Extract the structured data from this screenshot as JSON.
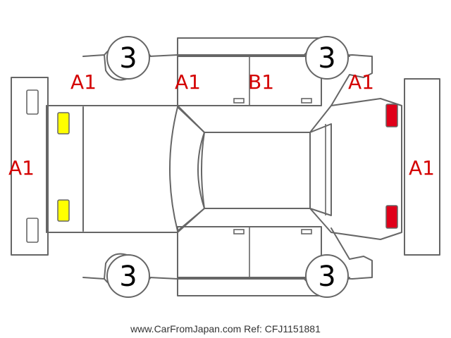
{
  "colors": {
    "code_text": "#d40000",
    "wheel_text": "#000000",
    "outline": "#666666",
    "front_lights": "#ffff00",
    "rear_lights": "#e0001a"
  },
  "labels": {
    "front_bumper": "A1",
    "front_left_fender": "A1",
    "front_left_door": "A1",
    "rear_left_door": "B1",
    "rear_left_quarter": "A1",
    "rear_bumper": "A1"
  },
  "wheels": {
    "front_left": "3",
    "rear_left": "3",
    "front_right": "3",
    "rear_right": "3"
  },
  "caption": "www.CarFromJapan.com Ref: CFJ1151881"
}
